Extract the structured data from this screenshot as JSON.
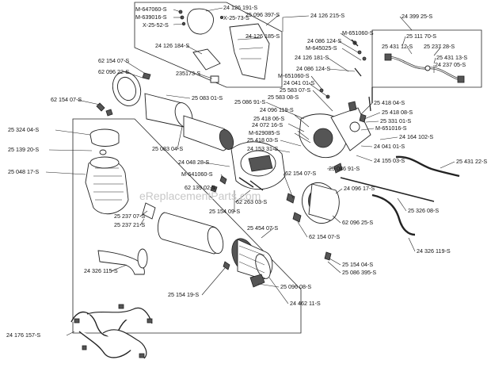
{
  "watermark": "eReplacementParts.com",
  "labels": {
    "a01": "M-647060-S",
    "a02": "M-639016-S",
    "a03": "X-25-52-S",
    "a04": "24 126 191-S",
    "a05": "X-25-73-S",
    "a06": "25 096 397-S",
    "a07": "24 126 215-S",
    "a08": "24 126 185-S",
    "a09": "24 126 184-S",
    "a10": "235173-S",
    "a11": "24 399 25-S",
    "a12": "M-651060-S",
    "a13": "25 111 70-S",
    "a14": "24 086 124-S",
    "a15": "M-645025-S",
    "a16": "25 431 12-S",
    "a17": "25 237 28-S",
    "a18": "24 126 181-S",
    "a19": "25 431 13-S",
    "a20": "24 086 124-S",
    "a21": "24 237 05-S",
    "a22": "62 154 07-S",
    "a23": "62 096 22-S",
    "a24": "M-651060-S",
    "a25": "24 041 01-S",
    "a26": "25 583 07-S",
    "a27": "25 418 04-S",
    "a28": "62 154 07-S",
    "a29": "25 083 01-S",
    "a30": "25 086 91-S",
    "a31": "25 583 08-S",
    "a32": "25 418 08-S",
    "a33": "24 096 119-S",
    "a34": "25 418 06-S",
    "a35": "25 331 01-S",
    "a36": "24 072 16-S",
    "a37": "M-651016-S",
    "a38": "25 324 04-S",
    "a39": "M-629085-S",
    "a40": "24 164 102-S",
    "a41": "25 139 20-S",
    "a42": "25 418 03-S",
    "a43": "24 041 01-S",
    "a44": "24 153 31-S",
    "a45": "25 083 04-S",
    "a46": "25 048 17-S",
    "a47": "24 048 28-S",
    "a48": "24 155 03-S",
    "a49": "25 431 22-S",
    "a50": "25 086 91-S",
    "a51": "M-641060-S",
    "a52": "62 154 07-S",
    "a53": "62 139 02-S",
    "a54": "62 263 03-S",
    "a55": "24 096 17-S",
    "a56": "25 154 09-S",
    "a57": "25 326 08-S",
    "a58": "25 237 07-S",
    "a59": "25 237 21-S",
    "a60": "62 096 25-S",
    "a61": "25 454 07-S",
    "a62": "62 154 07-S",
    "a63": "24 326 119-S",
    "a64": "25 154 04-S",
    "a65": "25 086 395-S",
    "a66": "24 326 115-S",
    "a67": "25 096 08-S",
    "a68": "25 154 19-S",
    "a69": "24 462 11-S",
    "a70": "24 176 157-S"
  }
}
